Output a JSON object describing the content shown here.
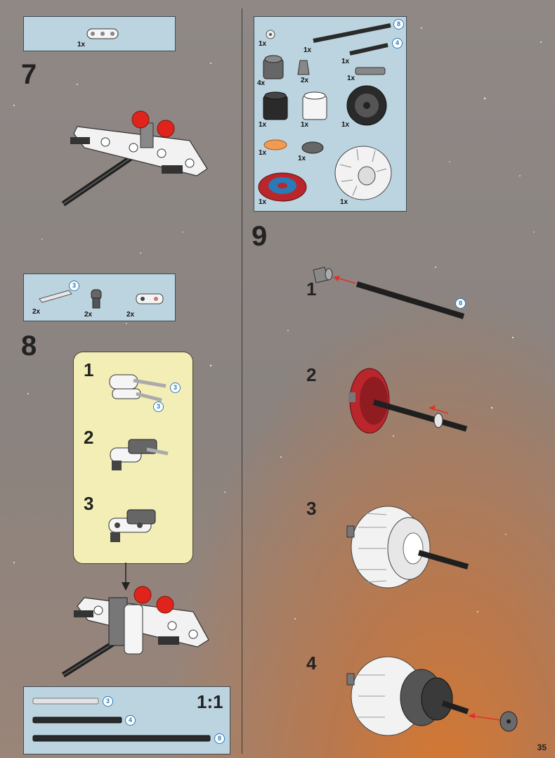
{
  "page_number": "35",
  "step7": {
    "number": "7",
    "parts": [
      {
        "qty": "1x"
      }
    ]
  },
  "step8": {
    "number": "8",
    "parts": [
      {
        "qty": "2x",
        "callout": "3"
      },
      {
        "qty": "2x"
      },
      {
        "qty": "2x"
      }
    ],
    "substeps": [
      {
        "number": "1",
        "callouts": [
          "3",
          "3"
        ]
      },
      {
        "number": "2"
      },
      {
        "number": "3"
      }
    ]
  },
  "step9": {
    "number": "9",
    "parts": [
      {
        "qty": "1x"
      },
      {
        "qty": "1x",
        "callout": "8"
      },
      {
        "qty": "1x",
        "callout": "4"
      },
      {
        "qty": "4x"
      },
      {
        "qty": "2x"
      },
      {
        "qty": "1x"
      },
      {
        "qty": "1x"
      },
      {
        "qty": "1x"
      },
      {
        "qty": "1x"
      },
      {
        "qty": "1x"
      },
      {
        "qty": "1x"
      },
      {
        "qty": "1x"
      },
      {
        "qty": "1x"
      }
    ],
    "substeps": [
      {
        "number": "1",
        "callout": "8"
      },
      {
        "number": "2"
      },
      {
        "number": "3"
      },
      {
        "number": "4"
      }
    ]
  },
  "scale_reference": {
    "label": "1:1",
    "callouts": [
      "3",
      "4",
      "8"
    ]
  },
  "colors": {
    "callout_blue": "#2a7ab8",
    "panel_blue": "#bcd4e0",
    "highlight_yellow": "#f3eeb6",
    "arrow_red": "#e0322b",
    "ball_red": "#e0241b"
  }
}
